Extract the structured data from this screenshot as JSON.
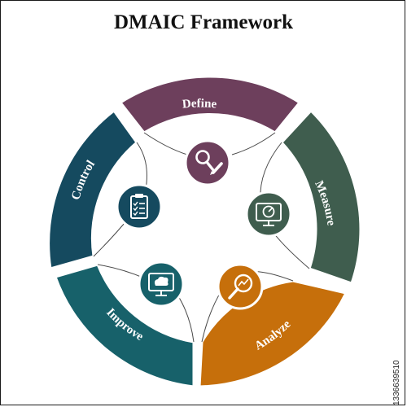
{
  "title": "DMAIC Framework",
  "colors": {
    "define": "#6d3f5c",
    "measure": "#3f5d4e",
    "analyze": "#c66f0b",
    "improve": "#17616a",
    "control": "#154a5f"
  },
  "segments": [
    {
      "label": "Define",
      "icon": "magnifier-pencil-icon"
    },
    {
      "label": "Measure",
      "icon": "monitor-gauge-icon"
    },
    {
      "label": "Analyze",
      "icon": "magnifier-chart-icon"
    },
    {
      "label": "Improve",
      "icon": "monitor-cloud-icon"
    },
    {
      "label": "Control",
      "icon": "clipboard-checklist-icon"
    }
  ],
  "stock_id": "1336639510"
}
